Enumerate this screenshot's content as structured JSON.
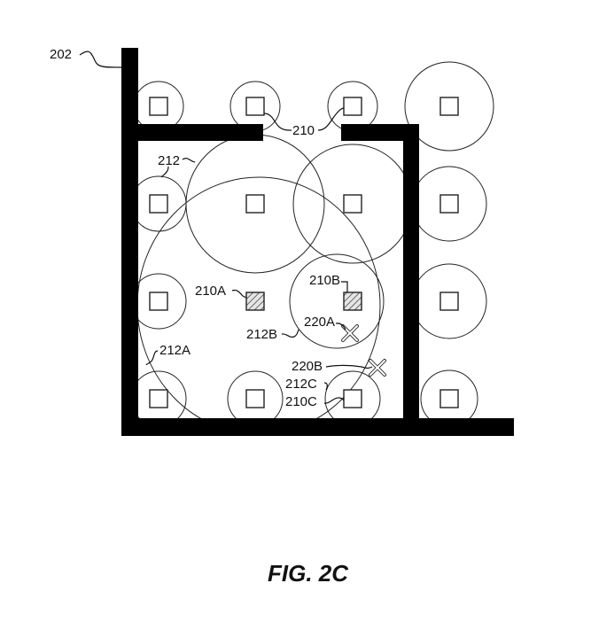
{
  "figure": {
    "caption": "FIG. 2C",
    "labels": {
      "wall": "202",
      "access_point": "210",
      "coverage": "212",
      "access_point_a": "210A",
      "access_point_b": "210B",
      "access_point_c": "210C",
      "coverage_a": "212A",
      "coverage_b": "212B",
      "coverage_c": "212C",
      "location_a": "220A",
      "location_b": "220B"
    },
    "grid": {
      "columns": 4,
      "rows": 4,
      "highlighted_nodes": [
        "210A",
        "210B"
      ]
    },
    "colors": {
      "wall": "#000000",
      "line": "#222222",
      "background": "#ffffff"
    }
  }
}
